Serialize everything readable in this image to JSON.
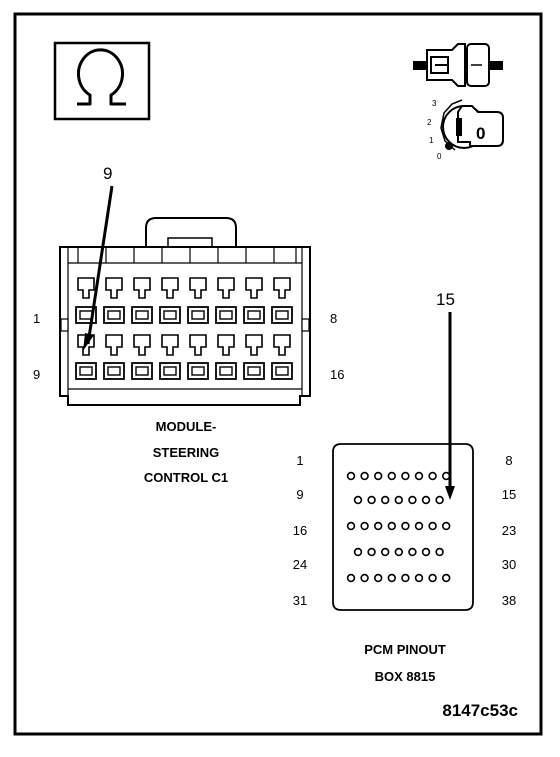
{
  "c1": {
    "caption_lines": [
      "MODULE-",
      "STEERING",
      "CONTROL C1"
    ],
    "row1_left": "1",
    "row1_right": "8",
    "row2_left": "9",
    "row2_right": "16",
    "callout": "9"
  },
  "pcm": {
    "caption_lines": [
      "PCM PINOUT",
      "BOX 8815"
    ],
    "callout": "15",
    "rows": [
      {
        "left": "1",
        "right": "8",
        "pins": 8
      },
      {
        "left": "9",
        "right": "15",
        "pins": 7
      },
      {
        "left": "16",
        "right": "23",
        "pins": 8
      },
      {
        "left": "24",
        "right": "30",
        "pins": 7
      },
      {
        "left": "31",
        "right": "38",
        "pins": 8
      }
    ]
  },
  "key_positions": [
    "3",
    "2",
    "1",
    "0"
  ],
  "key_symbol": "0",
  "reference_id": "8147c53c",
  "icons": [
    "ohm-symbol-icon",
    "connector-plug-icon",
    "ignition-key-icon"
  ]
}
